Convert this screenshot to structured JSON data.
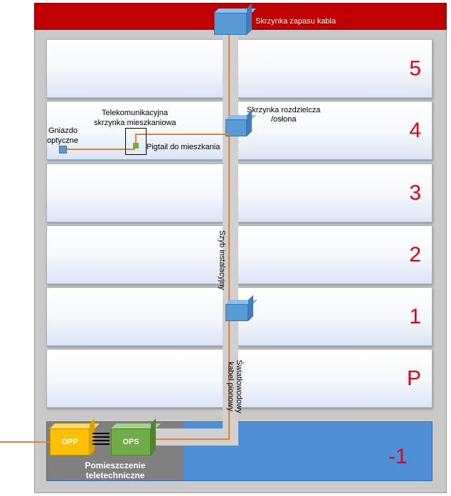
{
  "labels": {
    "cable_reserve_box": "Skrzynka zapasu kabla",
    "distribution_box_line1": "Skrzynka rozdzielcza",
    "distribution_box_line2": "/osłona",
    "optical_socket_line1": "Gniazdo",
    "optical_socket_line2": "optyczne",
    "home_telecom_box_line1": "Telekomunikacyjna",
    "home_telecom_box_line2": "skrzynka mieszkaniowa",
    "pigtail": "Pigtail do mieszkania",
    "shaft": "Szyb instalacyjny",
    "riser_cable_line1": "Światłowodowy",
    "riser_cable_line2": "kabel pionowy",
    "opp": "OPP",
    "ops": "OPS",
    "telecom_room_line1": "Pomieszczenie",
    "telecom_room_line2": "teletechniczne"
  },
  "floors": [
    {
      "number": "5"
    },
    {
      "number": "4"
    },
    {
      "number": "3"
    },
    {
      "number": "2"
    },
    {
      "number": "1"
    },
    {
      "number": "P"
    }
  ],
  "basement": {
    "number": "-1"
  },
  "colors": {
    "roof": "#c00000",
    "floor_number": "#e3000f",
    "fiber": "#ed7d31",
    "box": "#5b9bd5",
    "opp": "#ffc000",
    "ops": "#70ad47",
    "basement": "#4f8fd6",
    "telecom_room": "#808080"
  }
}
